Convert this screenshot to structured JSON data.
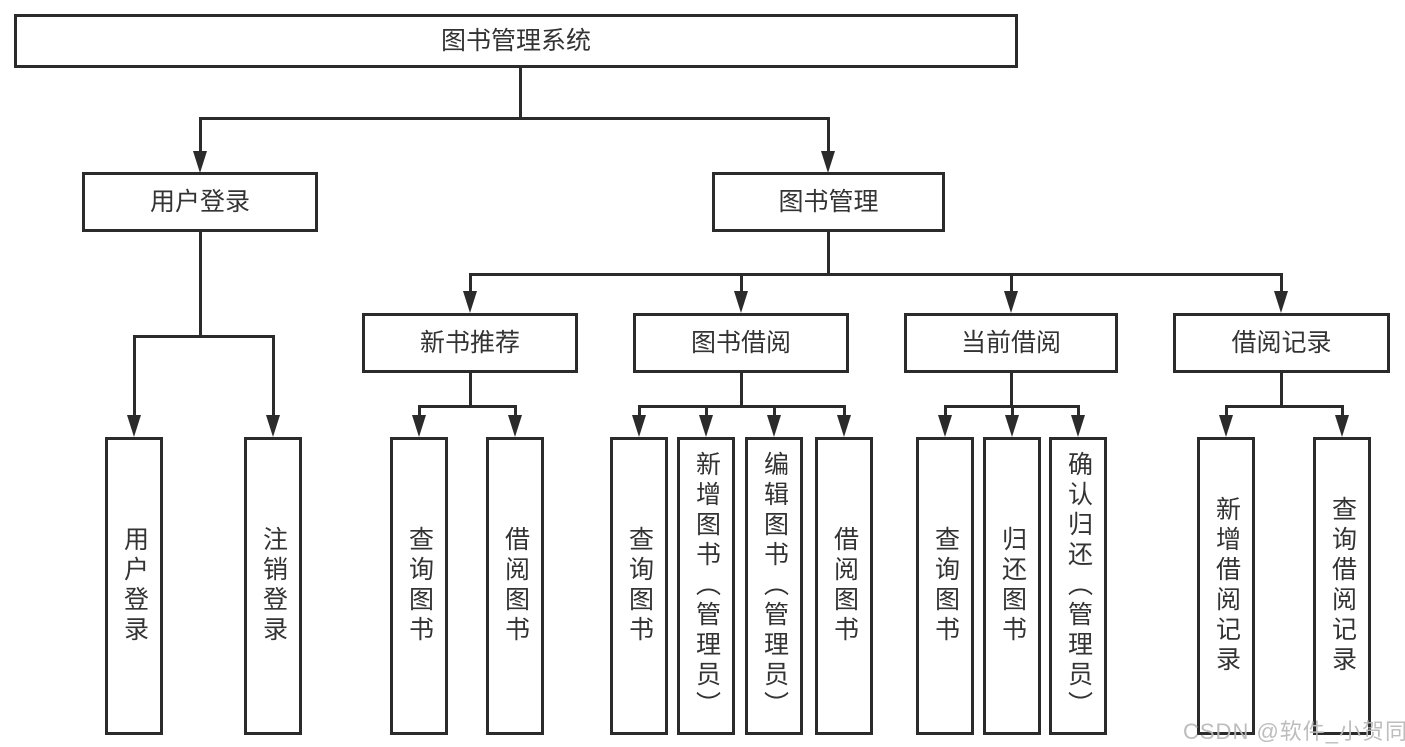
{
  "diagram": {
    "title": "图书管理系统",
    "root": {
      "label": "图书管理系统"
    },
    "level2": [
      {
        "label": "用户登录"
      },
      {
        "label": "图书管理"
      }
    ],
    "level3": [
      {
        "label": "新书推荐"
      },
      {
        "label": "图书借阅"
      },
      {
        "label": "当前借阅"
      },
      {
        "label": "借阅记录"
      }
    ],
    "leaves": [
      {
        "label": "用户登录",
        "parent": "用户登录"
      },
      {
        "label": "注销登录",
        "parent": "用户登录"
      },
      {
        "label": "查询图书",
        "parent": "新书推荐"
      },
      {
        "label": "借阅图书",
        "parent": "新书推荐"
      },
      {
        "label": "查询图书",
        "parent": "图书借阅"
      },
      {
        "label": "新增图书（管理员）",
        "parent": "图书借阅"
      },
      {
        "label": "编辑图书（管理员）",
        "parent": "图书借阅"
      },
      {
        "label": "借阅图书",
        "parent": "图书借阅"
      },
      {
        "label": "查询图书",
        "parent": "当前借阅"
      },
      {
        "label": "归还图书",
        "parent": "当前借阅"
      },
      {
        "label": "确认归还（管理员）",
        "parent": "当前借阅"
      },
      {
        "label": "新增借阅记录",
        "parent": "借阅记录"
      },
      {
        "label": "查询借阅记录",
        "parent": "借阅记录"
      }
    ]
  },
  "watermark": {
    "text": "CSDN @软件_小贺同学"
  },
  "colors": {
    "line": "#2b2b2b",
    "text": "#333333",
    "watermark": "#b9b9b9",
    "background": "#ffffff"
  }
}
